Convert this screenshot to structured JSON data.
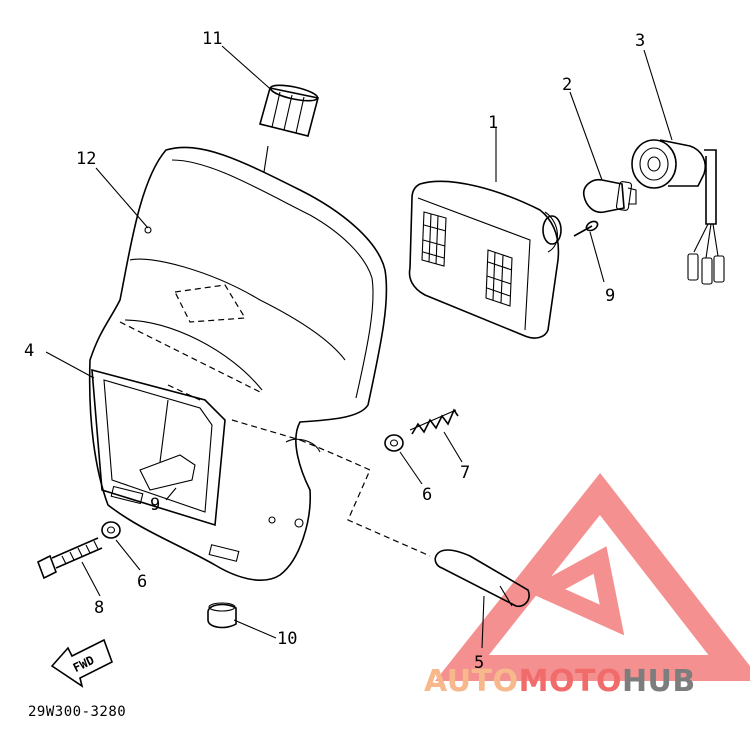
{
  "part_code": "29W300-3280",
  "fwd_label": "FWD",
  "watermark": {
    "part1": "AUTO",
    "part2": "MOTO",
    "part3": "HUB",
    "color1": "#f7b98c",
    "color2": "#f26b6b",
    "color3": "#7d7d7d"
  },
  "callouts": {
    "c1": "1",
    "c2": "2",
    "c3": "3",
    "c4": "4",
    "c5": "5",
    "c6a": "6",
    "c6b": "6",
    "c7": "7",
    "c8": "8",
    "c9a": "9",
    "c9b": "9",
    "c10": "10",
    "c11": "11",
    "c12": "12"
  }
}
